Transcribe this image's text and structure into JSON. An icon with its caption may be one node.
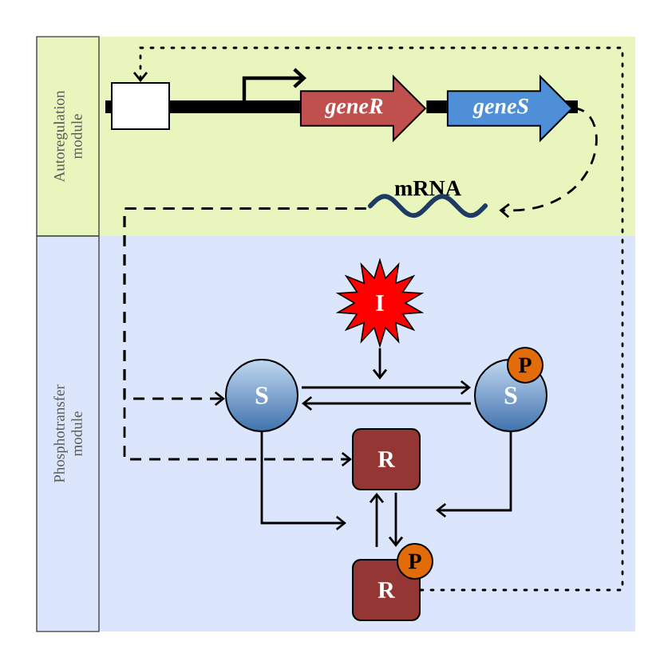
{
  "diagram": {
    "nodes": [
      {
        "text": [
          "Autoregulation module"
        ]
      },
      {
        "text": [],
        "shape": "box"
      },
      {
        "text": [
          "geneR"
        ]
      },
      {
        "text": [
          "geneS"
        ]
      },
      {
        "text": [
          "mRNA"
        ]
      },
      {
        "text": [
          "Phosphotransfer module"
        ]
      },
      {
        "text": [
          "I"
        ]
      },
      {
        "text": [
          "S"
        ]
      },
      {
        "text": [
          "S",
          "P"
        ]
      },
      {
        "text": [
          "R"
        ]
      },
      {
        "text": [
          "R",
          "P"
        ]
      }
    ],
    "edges": [
      {
        "from": 1,
        "to": 2,
        "arrow": "none",
        "style": "thick"
      },
      {
        "from": 2,
        "to": 3,
        "arrow": "none",
        "style": "thick"
      },
      {
        "from": 3,
        "to": 4,
        "arrow": "to",
        "style": "dashed"
      },
      {
        "from": 4,
        "to": 7,
        "arrow": "to",
        "style": "dashed"
      },
      {
        "from": 4,
        "to": 9,
        "arrow": "to",
        "style": "dashed"
      },
      {
        "from": 7,
        "to": 8,
        "arrow": "to"
      },
      {
        "from": 8,
        "to": 7,
        "arrow": "to"
      },
      {
        "from": 6,
        "to": null,
        "arrow": "to"
      },
      {
        "from": 7,
        "to": null,
        "arrow": "to"
      },
      {
        "from": 8,
        "to": null,
        "arrow": "to"
      },
      {
        "from": 9,
        "to": 10,
        "arrow": "to"
      },
      {
        "from": 10,
        "to": 9,
        "arrow": "to"
      },
      {
        "from": 10,
        "to": 1,
        "arrow": "to",
        "style": "dashed"
      }
    ]
  }
}
